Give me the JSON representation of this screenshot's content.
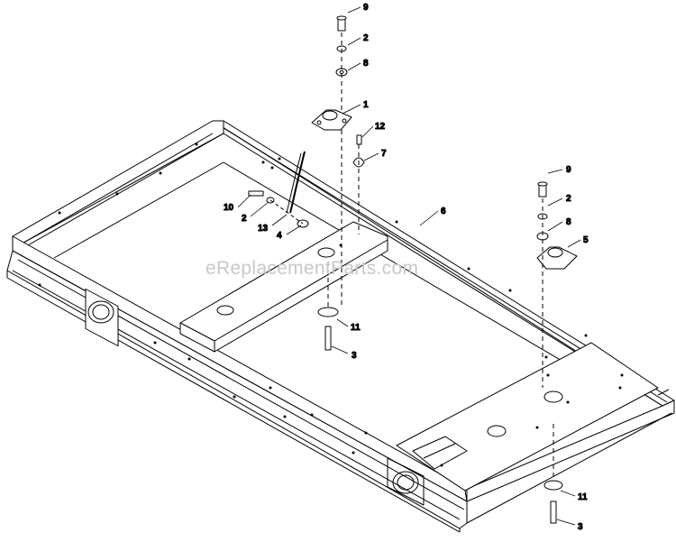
{
  "watermark": "eReplacementParts.com",
  "callouts": {
    "c9a": "9",
    "c2a": "2",
    "c8a": "8",
    "c1": "1",
    "c12": "12",
    "c7": "7",
    "c6": "6",
    "c10": "10",
    "c2b": "2",
    "c13": "13",
    "c4": "4",
    "c9b": "9",
    "c2c": "2",
    "c8b": "8",
    "c5": "5",
    "c11a": "11",
    "c3a": "3",
    "c11b": "11",
    "c3b": "3"
  }
}
